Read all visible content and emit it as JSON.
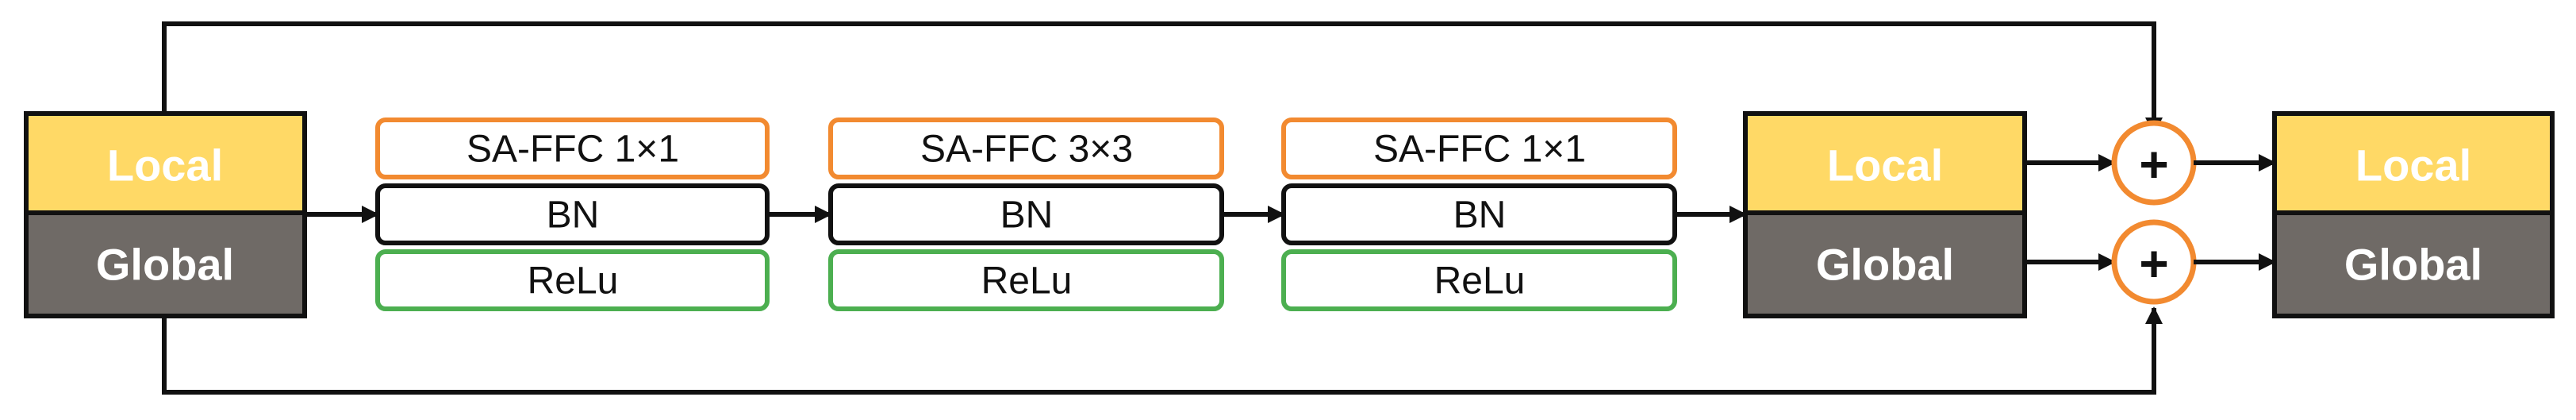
{
  "colors": {
    "local_fill": "#FFD966",
    "global_fill": "#6F6A66",
    "conv_border": "#F28A30",
    "bn_border": "#111111",
    "relu_border": "#4CAF50",
    "adder_border": "#F28A30",
    "wire": "#111111"
  },
  "input_block": {
    "local_label": "Local",
    "global_label": "Global"
  },
  "stages": [
    {
      "conv_label": "SA-FFC 1×1",
      "bn_label": "BN",
      "relu_label": "ReLu"
    },
    {
      "conv_label": "SA-FFC 3×3",
      "bn_label": "BN",
      "relu_label": "ReLu"
    },
    {
      "conv_label": "SA-FFC 1×1",
      "bn_label": "BN",
      "relu_label": "ReLu"
    }
  ],
  "intermediate_block": {
    "local_label": "Local",
    "global_label": "Global"
  },
  "adders": [
    {
      "symbol": "+",
      "icon": "plus-circle-icon"
    },
    {
      "symbol": "+",
      "icon": "plus-circle-icon"
    }
  ],
  "output_block": {
    "local_label": "Local",
    "global_label": "Global"
  }
}
